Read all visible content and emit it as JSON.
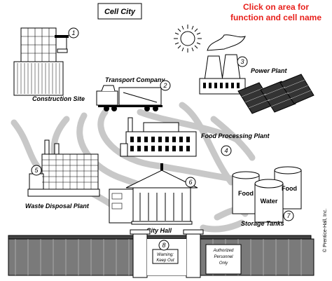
{
  "title": "Cell City",
  "instruction": [
    "Click on area for",
    "function and cell name"
  ],
  "areas": [
    {
      "num": "1",
      "label": ""
    },
    {
      "num": "2",
      "label": "Transport Company"
    },
    {
      "num": "3",
      "label": "Power Plant"
    },
    {
      "num": "4",
      "label": "Food Processing Plant"
    },
    {
      "num": "5",
      "label": "Waste Disposal Plant"
    },
    {
      "num": "6",
      "label": ""
    },
    {
      "num": "7",
      "label": "Storage Tanks"
    },
    {
      "num": "8",
      "label": ""
    }
  ],
  "labels": {
    "construction": "Construction Site",
    "city_hall": "City Hall"
  },
  "tanks": {
    "food1": "Food",
    "water": "Water",
    "food2": "Food"
  },
  "signs": {
    "warning": [
      "Warning:",
      "Keep Out"
    ],
    "authorized": [
      "Authorized",
      "Personnel",
      "Only"
    ]
  },
  "copyright": "© Prentice-Hall, Inc.",
  "colors": {
    "instruction": "#e8211c",
    "roads": "#c8c8c8"
  }
}
